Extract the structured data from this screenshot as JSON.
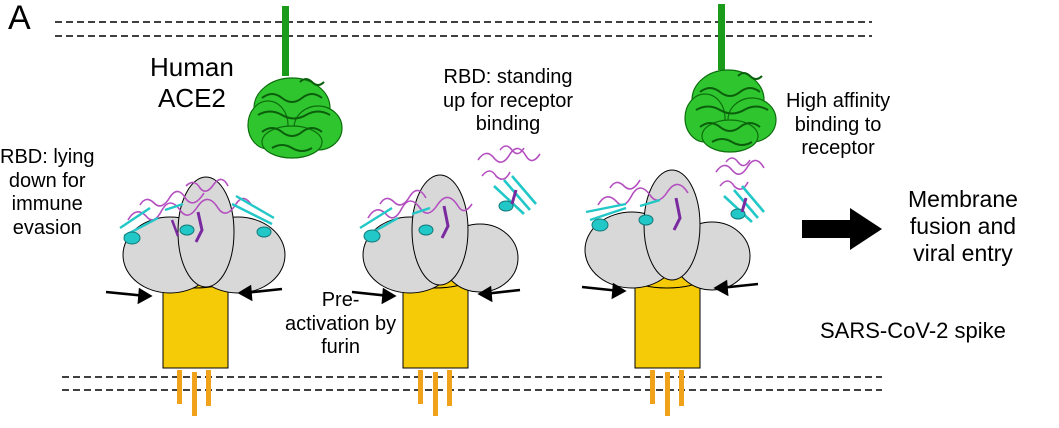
{
  "panel_label": "A",
  "ace2_label": [
    "Human",
    "ACE2"
  ],
  "rbd_lying_label": [
    "RBD: lying",
    "down for",
    "immune",
    "evasion"
  ],
  "rbd_standing_label": [
    "RBD: standing",
    "up for receptor",
    "binding"
  ],
  "high_affinity_label": [
    "High affinity",
    "binding to",
    "receptor"
  ],
  "membrane_fusion_label": [
    "Membrane",
    "fusion and",
    "viral entry"
  ],
  "preactivation_label": [
    "Pre-",
    "activation by",
    "furin"
  ],
  "spike_label": "SARS-CoV-2 spike",
  "colors": {
    "ace2": "#1fb21f",
    "rbd_cyan": "#22c7c7",
    "rbd_magenta": "#b44fc0",
    "rbd_purple": "#7a2aa0",
    "lobe_fill": "#d8d8d8",
    "stalk_yellow": "#f5cb08",
    "tail_orange": "#f0a21a",
    "arrow": "#000000",
    "membrane_line": "#000000"
  }
}
